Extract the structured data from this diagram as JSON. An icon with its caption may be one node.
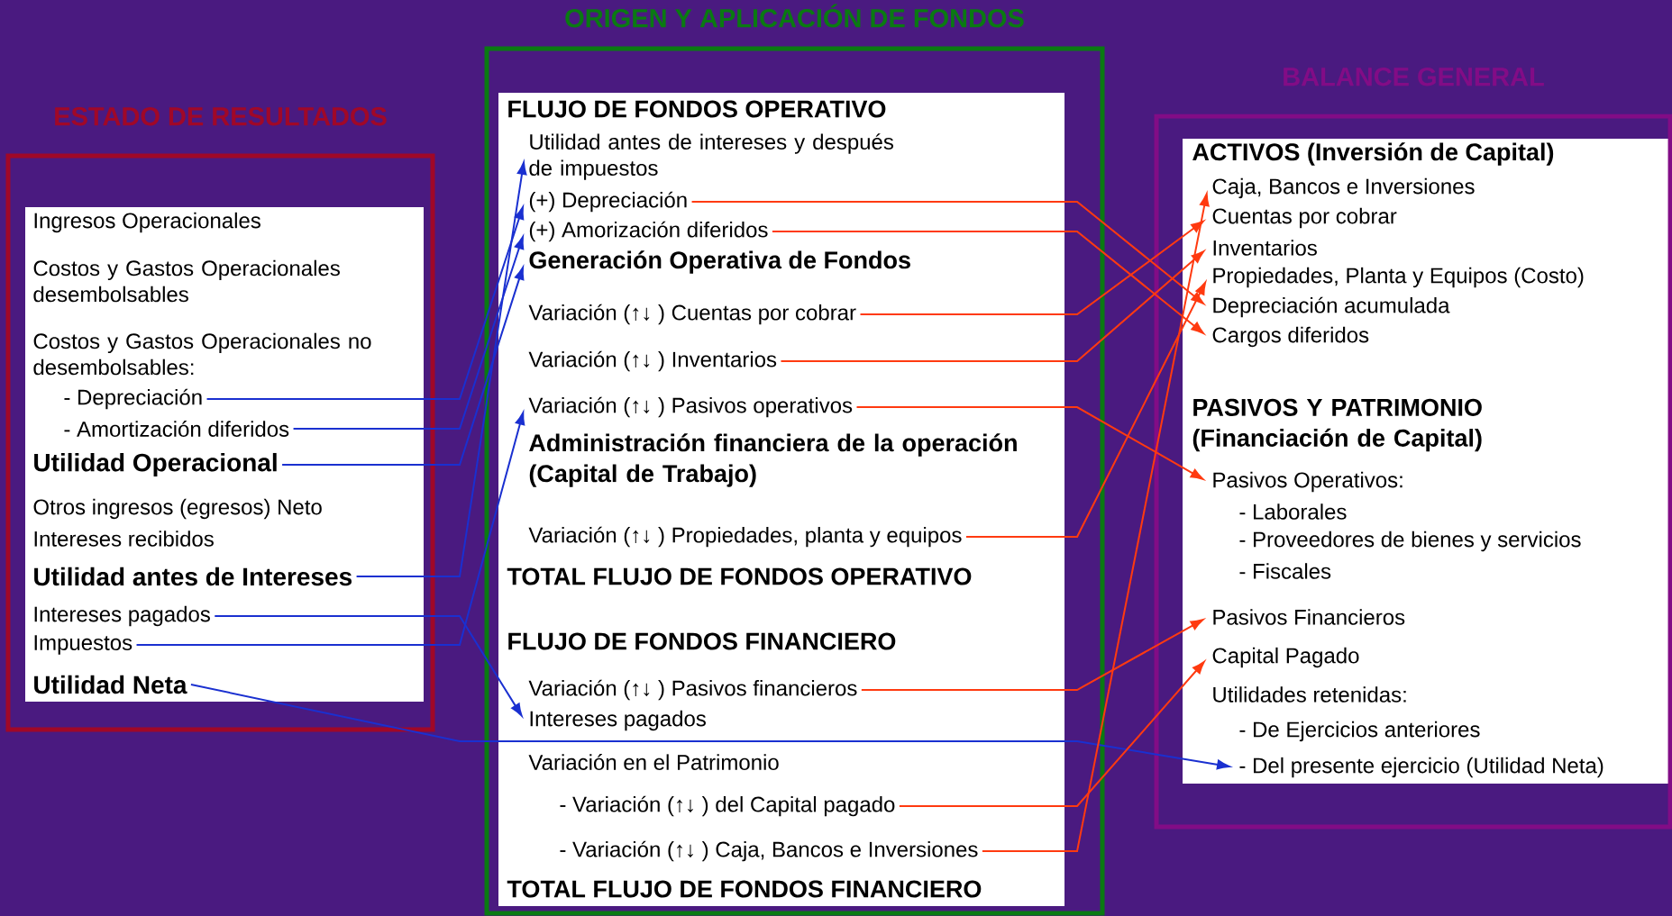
{
  "diagram": {
    "nodes": [
      {
        "text": [
          "ESTADO DE RESULTADOS"
        ]
      },
      {
        "text": [],
        "shape": "box",
        "in": 0
      },
      {
        "text": [
          "Ingresos Operacionales"
        ],
        "in": 1
      },
      {
        "text": [
          "Costos y Gastos Operacionales desembolsables"
        ],
        "in": 1
      },
      {
        "text": [
          "Costos y Gastos Operacionales no desembolsables:"
        ],
        "in": 1
      },
      {
        "text": [
          "- Depreciación"
        ],
        "in": 1
      },
      {
        "text": [
          "- Amortización diferidos"
        ],
        "in": 1
      },
      {
        "text": [
          "Utilidad Operacional"
        ],
        "in": 1
      },
      {
        "text": [
          "Otros ingresos (egresos) Neto"
        ],
        "in": 1
      },
      {
        "text": [
          "Intereses recibidos"
        ],
        "in": 1
      },
      {
        "text": [
          "Utilidad antes de Intereses"
        ],
        "in": 1
      },
      {
        "text": [
          "Intereses pagados"
        ],
        "in": 1
      },
      {
        "text": [
          "Impuestos"
        ],
        "in": 1
      },
      {
        "text": [
          "Utilidad Neta"
        ],
        "in": 1
      },
      {
        "text": [
          "ORIGEN Y APLICACIÓN DE FONDOS"
        ]
      },
      {
        "text": [],
        "shape": "box",
        "in": 14
      },
      {
        "text": [
          "FLUJO DE FONDOS OPERATIVO"
        ],
        "in": 15
      },
      {
        "text": [
          "Utilidad antes de intereses y después de impuestos"
        ],
        "in": 15
      },
      {
        "text": [
          "(+) Depreciación"
        ],
        "in": 15
      },
      {
        "text": [
          "(+) Amorización diferidos"
        ],
        "in": 15
      },
      {
        "text": [
          "Generación Operativa de Fondos"
        ],
        "in": 15
      },
      {
        "text": [
          "Variación (↑↓ ) Cuentas por cobrar"
        ],
        "in": 15
      },
      {
        "text": [
          "Variación (↑↓ ) Inventarios"
        ],
        "in": 15
      },
      {
        "text": [
          "Variación (↑↓ ) Pasivos operativos"
        ],
        "in": 15
      },
      {
        "text": [
          "Administración financiera de la operación (Capital de Trabajo)"
        ],
        "in": 15
      },
      {
        "text": [
          "Variación (↑↓ ) Propiedades, planta y equipos"
        ],
        "in": 15
      },
      {
        "text": [
          "TOTAL FLUJO DE FONDOS OPERATIVO"
        ],
        "in": 15
      },
      {
        "text": [
          "FLUJO DE FONDOS FINANCIERO"
        ],
        "in": 15
      },
      {
        "text": [
          "Variación (↑↓ ) Pasivos financieros"
        ],
        "in": 15
      },
      {
        "text": [
          "Intereses pagados"
        ],
        "in": 15
      },
      {
        "text": [
          "Variación en el Patrimonio"
        ],
        "in": 15
      },
      {
        "text": [
          "- Variación (↑↓ ) del Capital pagado"
        ],
        "in": 15
      },
      {
        "text": [
          "- Variación (↑↓ ) Caja, Bancos e Inversiones"
        ],
        "in": 15
      },
      {
        "text": [
          "TOTAL FLUJO DE FONDOS FINANCIERO"
        ],
        "in": 15
      },
      {
        "text": [
          "BALANCE GENERAL"
        ]
      },
      {
        "text": [],
        "shape": "box",
        "in": 34
      },
      {
        "text": [
          "ACTIVOS (Inversión de Capital)"
        ],
        "in": 35
      },
      {
        "text": [
          "Caja, Bancos e Inversiones"
        ],
        "in": 35
      },
      {
        "text": [
          "Cuentas por cobrar"
        ],
        "in": 35
      },
      {
        "text": [
          "Inventarios"
        ],
        "in": 35
      },
      {
        "text": [
          "Propiedades, Planta y Equipos (Costo)"
        ],
        "in": 35
      },
      {
        "text": [
          "Depreciación acumulada"
        ],
        "in": 35
      },
      {
        "text": [
          "Cargos diferidos"
        ],
        "in": 35
      },
      {
        "text": [
          "PASIVOS Y PATRIMONIO (Financiación de Capital)"
        ],
        "in": 35
      },
      {
        "text": [
          "Pasivos Operativos:"
        ],
        "in": 35
      },
      {
        "text": [
          "- Laborales"
        ],
        "in": 35
      },
      {
        "text": [
          "- Proveedores de bienes y servicios"
        ],
        "in": 35
      },
      {
        "text": [
          "- Fiscales"
        ],
        "in": 35
      },
      {
        "text": [
          "Pasivos Financieros"
        ],
        "in": 35
      },
      {
        "text": [
          "Capital Pagado"
        ],
        "in": 35
      },
      {
        "text": [
          "Utilidades retenidas:"
        ],
        "in": 35
      },
      {
        "text": [
          "- De Ejercicios anteriores"
        ],
        "in": 35
      },
      {
        "text": [
          "- Del presente ejercicio (Utilidad Neta)"
        ],
        "in": 35
      }
    ],
    "edges": [
      {
        "from": 5,
        "to": 18,
        "arrow": "to",
        "color": "#1a30d0"
      },
      {
        "from": 6,
        "to": 19,
        "arrow": "to",
        "color": "#1a30d0"
      },
      {
        "from": 7,
        "to": 20,
        "arrow": "to",
        "color": "#1a30d0"
      },
      {
        "from": 10,
        "to": 17,
        "arrow": "to",
        "color": "#1a30d0"
      },
      {
        "from": 12,
        "to": 23,
        "arrow": "to",
        "color": "#1a30d0"
      },
      {
        "from": 11,
        "to": 29,
        "arrow": "to",
        "color": "#1a30d0"
      },
      {
        "from": 13,
        "to": 52,
        "arrow": "to",
        "color": "#1a30d0"
      },
      {
        "from": 18,
        "to": 41,
        "arrow": "to"
      },
      {
        "from": 19,
        "to": 42,
        "arrow": "to"
      },
      {
        "from": 21,
        "to": 38,
        "arrow": "to"
      },
      {
        "from": 22,
        "to": 39,
        "arrow": "to"
      },
      {
        "from": 23,
        "to": 44,
        "arrow": "to"
      },
      {
        "from": 25,
        "to": 40,
        "arrow": "to"
      },
      {
        "from": 28,
        "to": 48,
        "arrow": "to"
      },
      {
        "from": 31,
        "to": 49,
        "arrow": "to"
      },
      {
        "from": 32,
        "to": 37,
        "arrow": "to"
      }
    ]
  }
}
